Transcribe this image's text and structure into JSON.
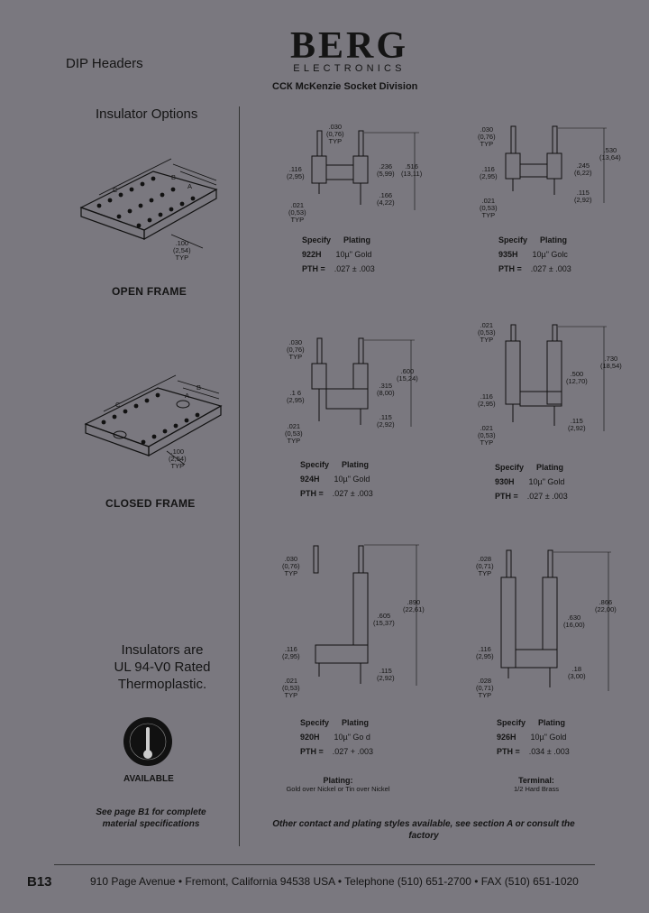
{
  "header": {
    "doc_title": "DIP Headers",
    "brand": "BERG",
    "brand_sub": "ELECTRONICS",
    "division_prefix": "ССК",
    "division": "McKenzie Socket Division"
  },
  "left": {
    "heading": "Insulator Options",
    "open_frame": {
      "label": "OPEN FRAME",
      "dim_c": "C",
      "dim_b": "B",
      "dim_a": "A",
      "pitch": ".100",
      "pitch_mm": "(2,54)",
      "typ": "TYP"
    },
    "closed_frame": {
      "label": "CLOSED FRAME",
      "dim_c": "C",
      "dim_b": "B",
      "dim_a": "A",
      "pitch": ".100",
      "pitch_mm": "(2,54)",
      "typ": "TYP"
    },
    "ul_line1": "Insulators are",
    "ul_line2": "UL 94-V0 Rated",
    "ul_line3": "Thermoplastic.",
    "badge_label": "AVAILABLE",
    "note_line1": "See page B1 for complete",
    "note_line2": "material specifications"
  },
  "parts": [
    {
      "part": "922H",
      "plating": "10µ\" Gold",
      "pth": ".027 ± .003",
      "dims": {
        "top": ".030",
        "top_mm": "(0,76)",
        "typ": "TYP",
        "a": ".116",
        "a_mm": "(2,95)",
        "b": ".236",
        "b_mm": "(5,99)",
        "c": ".516",
        "c_mm": "(13,11)",
        "d": ".166",
        "d_mm": "(4,22)",
        "e": ".021",
        "e_mm": "(0,53)"
      }
    },
    {
      "part": "935H",
      "plating": "10µ\" Golc",
      "pth": ".027 ± .003",
      "dims": {
        "top": ".030",
        "top_mm": "(0,76)",
        "typ": "TYP",
        "a": ".116",
        "a_mm": "(2,95)",
        "b": ".245",
        "b_mm": "(6,22)",
        "c": ".530",
        "c_mm": "(13,64)",
        "d": ".115",
        "d_mm": "(2,92)",
        "e": ".021",
        "e_mm": "(0,53)"
      }
    },
    {
      "part": "924H",
      "plating": "10µ\" Gold",
      "pth": ".027 ± .003",
      "dims": {
        "top": ".030",
        "top_mm": "(0,76)",
        "typ": "TYP",
        "a": ".1 6",
        "a_mm": "(2,95)",
        "b": ".315",
        "b_mm": "(8,00)",
        "c": ".600",
        "c_mm": "(15,24)",
        "d": ".115",
        "d_mm": "(2,92)",
        "e": ".021",
        "e_mm": "(0,53)"
      }
    },
    {
      "part": "930H",
      "plating": "10µ\" Gold",
      "pth": ".027 ± .003",
      "dims": {
        "top": ".021",
        "top_mm": "(0,53)",
        "typ": "TYP",
        "a": ".116",
        "a_mm": "(2,95)",
        "b": ".500",
        "b_mm": "(12,70)",
        "c": ".730",
        "c_mm": "(18,54)",
        "d": ".115",
        "d_mm": "(2,92)",
        "e": ".021",
        "e_mm": "(0,53)"
      }
    },
    {
      "part": "920H",
      "plating": "10µ\" Go d",
      "pth": ".027 + .003",
      "dims": {
        "top": ".030",
        "top_mm": "(0,76)",
        "typ": "TYP",
        "a": ".116",
        "a_mm": "(2,95)",
        "b": ".605",
        "b_mm": "(15,37)",
        "c": ".890",
        "c_mm": "(22,61)",
        "d": ".115",
        "d_mm": "(2,92)",
        "e": ".021",
        "e_mm": "(0,53)"
      }
    },
    {
      "part": "926H",
      "plating": "10µ\" Gold",
      "pth": ".034 ± .003",
      "dims": {
        "top": ".028",
        "top_mm": "(0,71)",
        "typ": "TYP",
        "a": ".116",
        "a_mm": "(2,95)",
        "b": ".630",
        "b_mm": "(16,00)",
        "c": ".866",
        "c_mm": "(22,00)",
        "d": ".18",
        "d_mm": "(3,00)",
        "e": ".028",
        "e_mm": "(0,71)"
      }
    }
  ],
  "table_labels": {
    "specify": "Specify",
    "plating": "Plating",
    "pth": "PTH ="
  },
  "plating_note": {
    "title": "Plating:",
    "body": "Gold over Nickel or Tin over Nickel"
  },
  "terminal_note": {
    "title": "Terminal:",
    "body": "1/2 Hard Brass"
  },
  "other_note": "Other contact and plating styles available, see section A or consult the factory",
  "footer": {
    "page": "B13",
    "address": "910 Page Avenue • Fremont, California 94538 USA • Telephone (510) 651-2700 • FAX (510) 651-1020"
  }
}
